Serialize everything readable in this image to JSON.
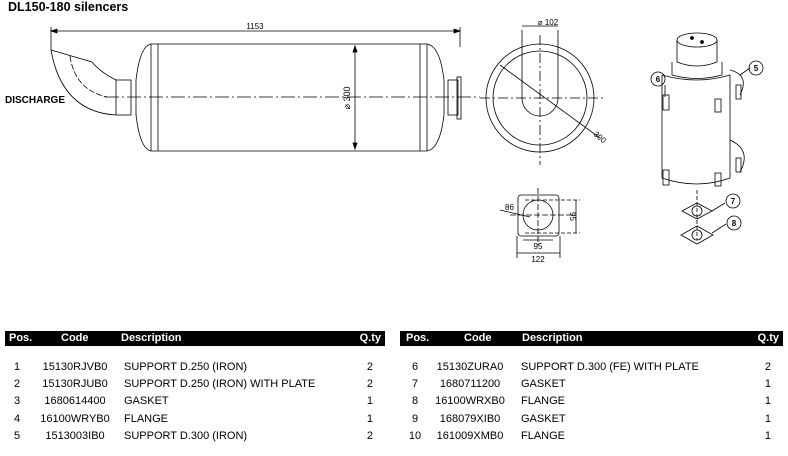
{
  "title": "DL150-180 silencers",
  "drawing": {
    "length_dim": "1153",
    "diameter_dim_side": "⌀ 300",
    "discharge_label": "DISCHARGE",
    "outlet_diameter_dim": "⌀ 102",
    "body_diameter_dim": "300",
    "flange_hole_dim": "86",
    "flange_hole_spacing_v": "95",
    "flange_hole_spacing_h": "95",
    "flange_width": "122",
    "callouts": [
      "5",
      "6",
      "7",
      "8"
    ]
  },
  "table_left": {
    "headers": {
      "pos": "Pos.",
      "code": "Code",
      "description": "Description",
      "qty": "Q.ty"
    },
    "rows": [
      {
        "pos": "1",
        "code": "15130RJVB0",
        "description": "SUPPORT D.250 (IRON)",
        "qty": "2"
      },
      {
        "pos": "2",
        "code": "15130RJUB0",
        "description": "SUPPORT D.250 (IRON) WITH PLATE",
        "qty": "2"
      },
      {
        "pos": "3",
        "code": "1680614400",
        "description": "GASKET",
        "qty": "1"
      },
      {
        "pos": "4",
        "code": "16100WRYB0",
        "description": "FLANGE",
        "qty": "1"
      },
      {
        "pos": "5",
        "code": "1513003IB0",
        "description": "SUPPORT D.300 (IRON)",
        "qty": "2"
      }
    ]
  },
  "table_right": {
    "headers": {
      "pos": "Pos.",
      "code": "Code",
      "description": "Description",
      "qty": "Q.ty"
    },
    "rows": [
      {
        "pos": "6",
        "code": "15130ZURA0",
        "description": "SUPPORT D.300 (FE) WITH PLATE",
        "qty": "2"
      },
      {
        "pos": "7",
        "code": "1680711200",
        "description": "GASKET",
        "qty": "1"
      },
      {
        "pos": "8",
        "code": "16100WRXB0",
        "description": "FLANGE",
        "qty": "1"
      },
      {
        "pos": "9",
        "code": "168079XIB0",
        "description": "GASKET",
        "qty": "1"
      },
      {
        "pos": "10",
        "code": "161009XMB0",
        "description": "FLANGE",
        "qty": "1"
      }
    ]
  }
}
